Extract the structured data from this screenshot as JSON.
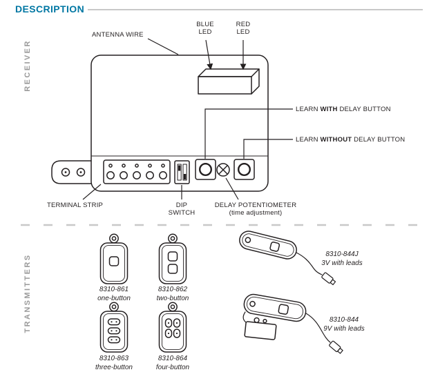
{
  "page": {
    "title": "DESCRIPTION"
  },
  "sections": {
    "receiver": "RECEIVER",
    "transmitters": "TRANSMITTERS"
  },
  "receiver_labels": {
    "antenna_wire": "ANTENNA WIRE",
    "blue_led": {
      "line1": "BLUE",
      "line2": "LED"
    },
    "red_led": {
      "line1": "RED",
      "line2": "LED"
    },
    "learn_with": {
      "pre": "LEARN ",
      "bold": "WITH",
      "post": " DELAY BUTTON"
    },
    "learn_without": {
      "pre": "LEARN ",
      "bold": "WITHOUT",
      "post": " DELAY BUTTON"
    },
    "terminal_strip": "TERMINAL STRIP",
    "dip_switch": {
      "line1": "DIP",
      "line2": "SWITCH"
    },
    "delay_pot": {
      "line1": "DELAY POTENTIOMETER",
      "line2": "(time adjustment)"
    }
  },
  "transmitter_labels": {
    "one": {
      "model": "8310-861",
      "desc": "one-button"
    },
    "two": {
      "model": "8310-862",
      "desc": "two-button"
    },
    "three": {
      "model": "8310-863",
      "desc": "three-button"
    },
    "four": {
      "model": "8310-864",
      "desc": "four-button"
    },
    "leads_3v": {
      "model": "8310-844J",
      "desc": "3V with leads"
    },
    "leads_9v": {
      "model": "8310-844",
      "desc": "9V with leads"
    }
  },
  "colors": {
    "heading": "#0077a3",
    "section_label": "#9a9a9a",
    "line_art": "#231f20",
    "rule": "#c8c8c8"
  }
}
